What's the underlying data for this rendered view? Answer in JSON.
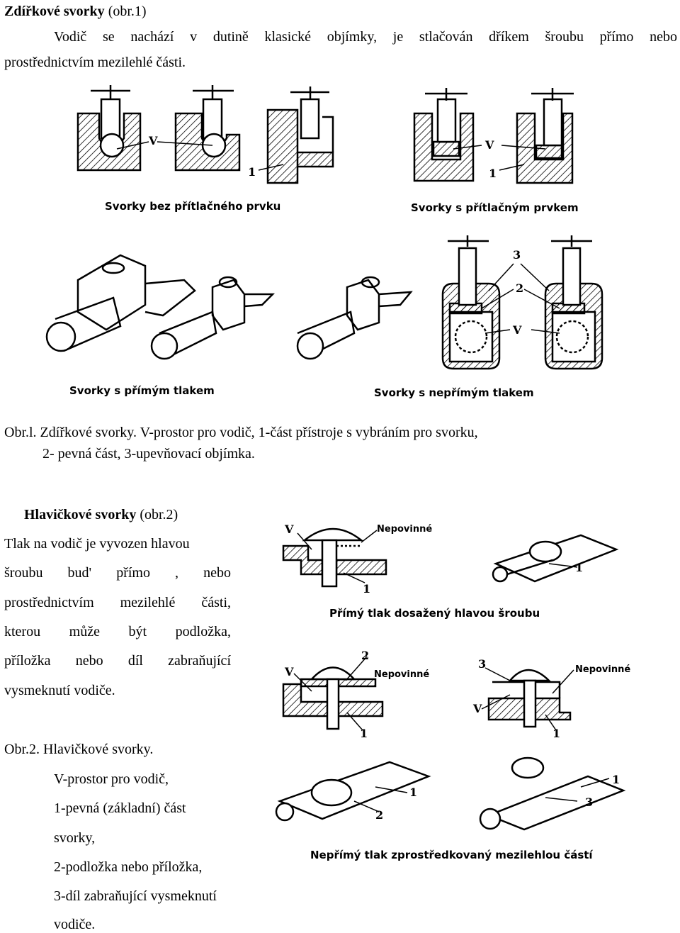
{
  "section1": {
    "heading": "Zdířkové svorky",
    "heading_ref": " (obr.1)",
    "para_line1": "Vodič se nachází v dutině klasické objímky, je stlačován dříkem šroubu přímo nebo",
    "para_line2": "prostřednictvím mezilehlé části."
  },
  "figure1": {
    "label_v": "V",
    "label_1": "1",
    "label_2": "2",
    "label_3": "3",
    "cap_bez": "Svorky bez přítlačného prvku",
    "cap_s": "Svorky s přítlačným prvkem",
    "cap_primy": "Svorky s přímým tlakem",
    "cap_neprimy": "Svorky s nepřímým tlakem"
  },
  "caption1": {
    "line1": "Obr.l. Zdířkové svorky. V-prostor pro vodič, 1-část přístroje s vybráním pro svorku,",
    "line2": "2- pevná část, 3-upevňovací objímka."
  },
  "section2": {
    "heading": "Hlavičkové svorky",
    "heading_ref": " (obr.2)",
    "lines": [
      "Tlak na vodič je vyvozen hlavou",
      [
        "šroubu",
        "bud'",
        "přímo",
        ",",
        "nebo"
      ],
      [
        "prostřednictvím",
        "mezilehlé",
        "části,"
      ],
      [
        "kterou",
        "může",
        "být",
        "podložka,"
      ],
      [
        "příložka",
        "nebo",
        "díl",
        "zabraňující"
      ],
      "vysmeknutí vodiče."
    ]
  },
  "figure2": {
    "nepovinne_cap": "Nepovinné",
    "nepovinne": "Nepovinné",
    "cap_primy": "Přímý tlak dosažený hlavou šroubu",
    "cap_neprimy": "Nepřímý tlak zprostředkovaný mezilehlou částí"
  },
  "caption2": {
    "title": "Obr.2. Hlavičkové svorky.",
    "items": [
      "V-prostor pro vodič,",
      "1-pevná (základní) část",
      "svorky,",
      "2-podložka nebo příložka,",
      "3-díl zabraňující vysmeknutí",
      "vodiče."
    ]
  }
}
